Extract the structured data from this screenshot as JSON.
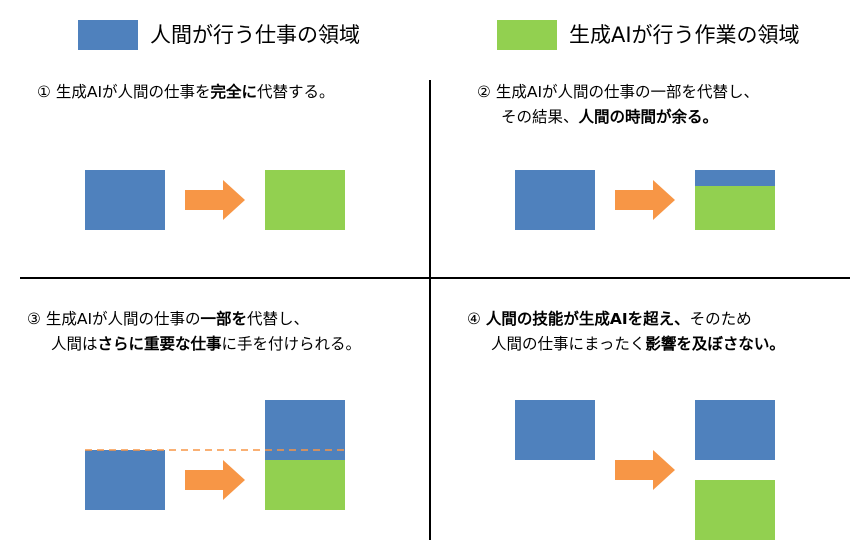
{
  "colors": {
    "human": "#4f81bd",
    "ai": "#92d050",
    "arrow": "#f79646",
    "divider": "#000000"
  },
  "legend": {
    "human_label": "人間が行う仕事の領域",
    "ai_label": "生成AIが行う作業の領域"
  },
  "scenarios": [
    {
      "number": "①",
      "line1": [
        "生成AIが人間の仕事を",
        "完全に",
        "代替する。"
      ]
    },
    {
      "number": "②",
      "line1": "生成AIが人間の仕事の一部を代替し、",
      "line2": [
        "その結果、",
        "人間の時間が余る。"
      ]
    },
    {
      "number": "③",
      "line1": [
        "生成AIが人間の仕事の",
        "一部を",
        "代替し、"
      ],
      "line2": [
        "人間は",
        "さらに重要な仕事",
        "に手を付けられる。"
      ]
    },
    {
      "number": "④",
      "line1": [
        "人間の技能が生成AIを超え、",
        "そのため"
      ],
      "line2": [
        "人間の仕事にまったく",
        "影響を及ぼさない。"
      ]
    }
  ]
}
